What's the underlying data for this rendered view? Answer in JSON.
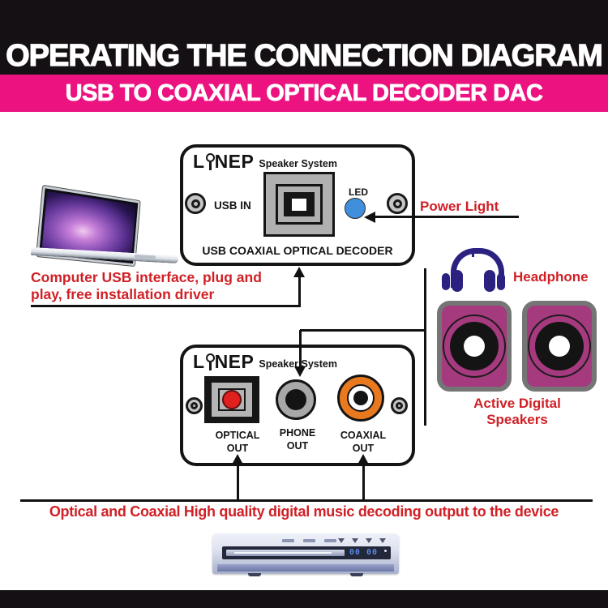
{
  "header": {
    "title": "OPERATING THE CONNECTION DIAGRAM",
    "subtitle": "USB TO COAXIAL OPTICAL DECODER DAC"
  },
  "brand": {
    "prefix": "L",
    "suffix": "NEP",
    "tagline": "Speaker System"
  },
  "top_decoder": {
    "usb_in": "USB IN",
    "led": "LED",
    "caption": "USB COAXIAL OPTICAL DECODER"
  },
  "bottom_decoder": {
    "optical": {
      "line1": "OPTICAL",
      "line2": "OUT"
    },
    "phone": {
      "line1": "PHONE",
      "line2": "OUT"
    },
    "coaxial": {
      "line1": "COAXIAL",
      "line2": "OUT"
    }
  },
  "annotations": {
    "power_light": "Power Light",
    "computer_line1": "Computer USB interface, plug and",
    "computer_line2": "play, free installation driver",
    "headphone": "Headphone",
    "speakers_line1": "Active Digital",
    "speakers_line2": "Speakers",
    "output_note": "Optical and Coaxial High quality digital music decoding output to the device"
  },
  "dvd": {
    "display": "00 00"
  },
  "colors": {
    "accent_pink": "#EC127F",
    "annotation_red": "#D02026",
    "led_blue": "#3F8FDC",
    "headphone_navy": "#2A2180",
    "speaker_magenta": "#A53A7E",
    "coaxial_orange": "#E8791F",
    "optical_red": "#E01F1F"
  }
}
